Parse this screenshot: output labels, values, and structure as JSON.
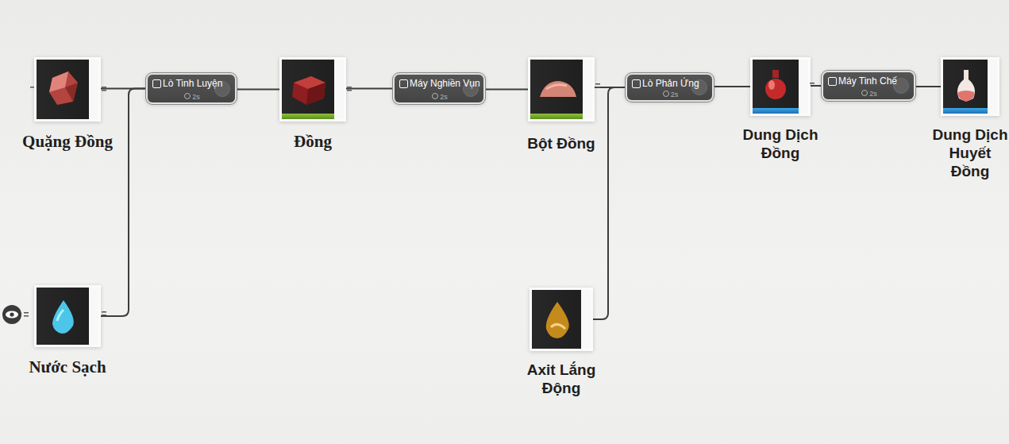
{
  "diagram": {
    "nodes": [
      {
        "text": [
          "Quặng Đồng"
        ]
      },
      {
        "text": [
          "Lò Tinh Luyện",
          "2s"
        ]
      },
      {
        "text": [
          "Đồng"
        ]
      },
      {
        "text": [
          "Máy Nghiền Vụn",
          "2s"
        ]
      },
      {
        "text": [
          "Bột Đồng"
        ]
      },
      {
        "text": [
          "Lò Phản Ứng",
          "2s"
        ]
      },
      {
        "text": [
          "Dung Dịch Đồng"
        ]
      },
      {
        "text": [
          "Máy Tinh Chế",
          "2s"
        ]
      },
      {
        "text": [
          "Dung Dịch Huyết Đồng"
        ]
      },
      {
        "text": [
          "Nước Sạch"
        ]
      },
      {
        "text": [
          "Axit Lắng Động"
        ]
      }
    ],
    "edges": [
      {
        "from": 0,
        "to": 1,
        "arrow": "none"
      },
      {
        "from": 9,
        "to": 1,
        "arrow": "none"
      },
      {
        "from": 1,
        "to": 2,
        "arrow": "none"
      },
      {
        "from": 2,
        "to": 3,
        "arrow": "none"
      },
      {
        "from": 3,
        "to": 4,
        "arrow": "none"
      },
      {
        "from": 4,
        "to": 5,
        "arrow": "none"
      },
      {
        "from": 10,
        "to": 5,
        "arrow": "none"
      },
      {
        "from": 5,
        "to": 6,
        "arrow": "none"
      },
      {
        "from": 6,
        "to": 7,
        "arrow": "none"
      },
      {
        "from": 7,
        "to": 8,
        "arrow": "none"
      }
    ]
  }
}
